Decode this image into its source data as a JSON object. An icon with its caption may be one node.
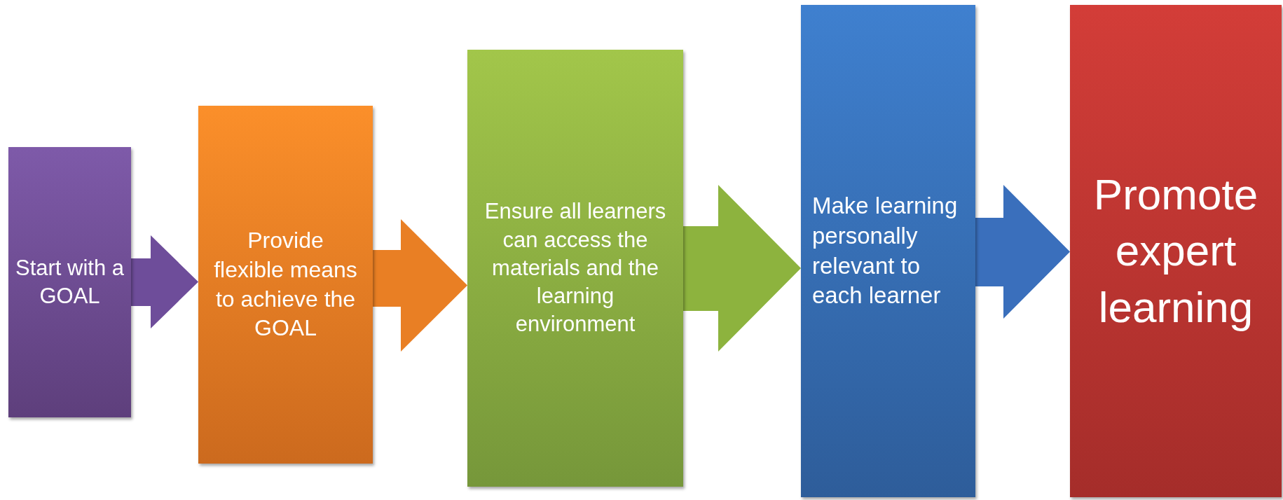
{
  "diagram": {
    "nodes": [
      {
        "text": [
          "Start with a GOAL"
        ]
      },
      {
        "text": [
          "Provide flexible means to achieve the GOAL"
        ]
      },
      {
        "text": [
          "Ensure all learners can access the materials and the learning environment"
        ]
      },
      {
        "text": [
          "Make learning personally relevant to each learner"
        ]
      },
      {
        "text": [
          "Promote expert learning"
        ]
      }
    ],
    "edges": [
      {
        "from": 0,
        "to": 1,
        "arrow": "to",
        "color": "#6e4d9a"
      },
      {
        "from": 1,
        "to": 2,
        "arrow": "to",
        "color": "#e97f24"
      },
      {
        "from": 2,
        "to": 3,
        "arrow": "to",
        "color": "#8db33e"
      },
      {
        "from": 3,
        "to": 4,
        "arrow": "to",
        "color": "#3a6fbc"
      }
    ]
  }
}
